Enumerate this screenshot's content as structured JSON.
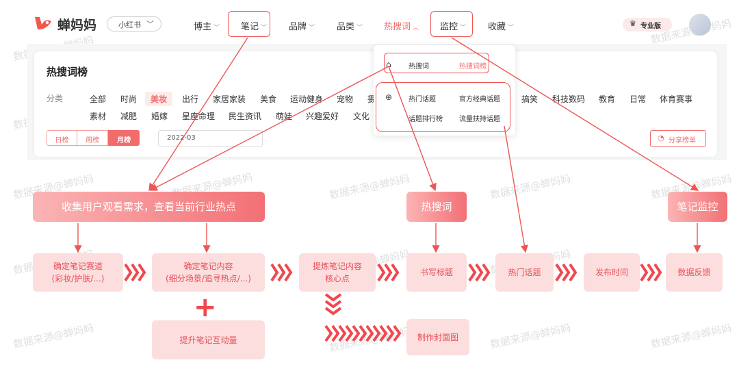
{
  "app": {
    "name": "蝉妈妈",
    "platform": "小红书",
    "pro_label": "专业版"
  },
  "nav": [
    {
      "label": "博主"
    },
    {
      "label": "笔记"
    },
    {
      "label": "品牌"
    },
    {
      "label": "品类"
    },
    {
      "label": "热搜词"
    },
    {
      "label": "监控"
    },
    {
      "label": "收藏"
    }
  ],
  "card": {
    "title": "热搜词榜",
    "category_label": "分类",
    "categories_row1": [
      "全部",
      "时尚",
      "美妆",
      "出行",
      "家居家装",
      "美食",
      "运动健身",
      "宠物",
      "摄",
      "搞笑",
      "科技数码",
      "教育",
      "日常",
      "体育赛事"
    ],
    "categories_row2": [
      "素材",
      "减肥",
      "婚嫁",
      "星座命理",
      "民生资讯",
      "萌娃",
      "兴趣爱好",
      "文化"
    ],
    "selected_category": "美妆",
    "period_tabs": [
      "日榜",
      "周榜",
      "月榜"
    ],
    "active_period": "月榜",
    "date_value": "2022-03",
    "share_label": "分享榜单"
  },
  "dropdown": {
    "row1_left": "热搜词",
    "row1_right": "热搜词榜",
    "row2_left": "热门话题",
    "row2_right": "官方经典话题",
    "row3_left": "话题排行榜",
    "row3_right": "流量扶持话题"
  },
  "watermark": "数据来源@蝉妈妈",
  "flow": {
    "banner_main": "收集用户观看需求，查看当前行业热点",
    "banner_hot": "热搜词",
    "banner_monitor": "笔记监控",
    "step1_line1": "确定笔记赛道",
    "step1_line2": "(彩妆/护肤/...)",
    "step2_line1": "确定笔记内容",
    "step2_line2": "(细分场景/追寻热点/...)",
    "step3_line1": "提炼笔记内容",
    "step3_line2": "核心点",
    "step4": "书写标题",
    "step5": "热门话题",
    "step6": "发布时间",
    "step7": "数据反馈",
    "step_interaction": "提升笔记互动量",
    "step_cover": "制作封面图"
  },
  "colors": {
    "accent": "#f36b6b",
    "annotation": "#ee5555",
    "step_bg": "#fcdede",
    "step_text": "#e84e58",
    "chevron": "#f0484f"
  }
}
